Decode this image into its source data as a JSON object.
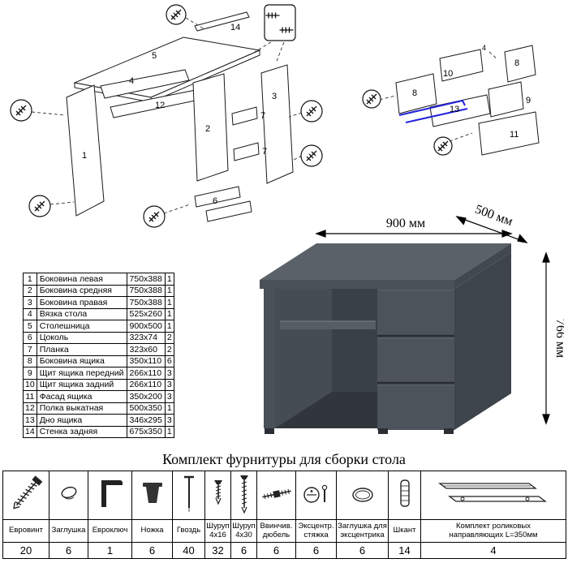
{
  "title": "Комплект фурнитуры для сборки стола",
  "desk": {
    "width": "900 мм",
    "depth": "500 мм",
    "height": "766 мм"
  },
  "exploded_main": {
    "labels": {
      "l1": "1",
      "l2": "2",
      "l3": "3",
      "l4": "4",
      "l5": "5",
      "l6": "6",
      "l7a": "7",
      "l7b": "7",
      "l12": "12",
      "l14": "14"
    }
  },
  "exploded_drawer": {
    "labels": {
      "l8a": "8",
      "l8b": "8",
      "l9": "9",
      "l10": "10",
      "l11": "11",
      "l13": "13",
      "l4a": "4"
    }
  },
  "parts_table": {
    "rows": [
      {
        "n": "1",
        "name": "Боковина левая",
        "size": "750x388",
        "qty": "1"
      },
      {
        "n": "2",
        "name": "Боковина средняя",
        "size": "750x388",
        "qty": "1"
      },
      {
        "n": "3",
        "name": "Боковина правая",
        "size": "750x388",
        "qty": "1"
      },
      {
        "n": "4",
        "name": "Вязка стола",
        "size": "525x260",
        "qty": "1"
      },
      {
        "n": "5",
        "name": "Столешница",
        "size": "900x500",
        "qty": "1"
      },
      {
        "n": "6",
        "name": "Цоколь",
        "size": "323x74",
        "qty": "2"
      },
      {
        "n": "7",
        "name": "Планка",
        "size": "323x60",
        "qty": "2"
      },
      {
        "n": "8",
        "name": "Боковина ящика",
        "size": "350x110",
        "qty": "6"
      },
      {
        "n": "9",
        "name": "Щит ящика передний",
        "size": "266x110",
        "qty": "3"
      },
      {
        "n": "10",
        "name": "Щит ящика задний",
        "size": "266x110",
        "qty": "3"
      },
      {
        "n": "11",
        "name": "Фасад ящика",
        "size": "350x200",
        "qty": "3"
      },
      {
        "n": "12",
        "name": "Полка выкатная",
        "size": "500x350",
        "qty": "1"
      },
      {
        "n": "13",
        "name": "Дно ящика",
        "size": "346x295",
        "qty": "3"
      },
      {
        "n": "14",
        "name": "Стенка задняя",
        "size": "675x350",
        "qty": "1"
      }
    ]
  },
  "hardware_table": {
    "items": [
      {
        "icon": "euroscrew-icon",
        "label": "Евровинт",
        "qty": "20"
      },
      {
        "icon": "plug-icon",
        "label": "Заглушка",
        "qty": "6"
      },
      {
        "icon": "hexkey-icon",
        "label": "Евроключ",
        "qty": "1"
      },
      {
        "icon": "leg-icon",
        "label": "Ножка",
        "qty": "6"
      },
      {
        "icon": "nail-icon",
        "label": "Гвоздь",
        "qty": "40"
      },
      {
        "icon": "screw16-icon",
        "label": "Шуруп\n4x16",
        "qty": "32"
      },
      {
        "icon": "screw30-icon",
        "label": "Шуруп\n4x30",
        "qty": "6"
      },
      {
        "icon": "dowelscrew-icon",
        "label": "Ввинчив.\nдюбель",
        "qty": "6"
      },
      {
        "icon": "camlock-icon",
        "label": "Эксцентр.\nстяжка",
        "qty": "6"
      },
      {
        "icon": "camcover-icon",
        "label": "Заглушка для\nэксцентрика",
        "qty": "6"
      },
      {
        "icon": "dowel-icon",
        "label": "Шкант",
        "qty": "14"
      },
      {
        "icon": "rails-icon",
        "label": "Комплект роликовых\nнаправляющих L=350мм",
        "qty": "4"
      }
    ]
  }
}
